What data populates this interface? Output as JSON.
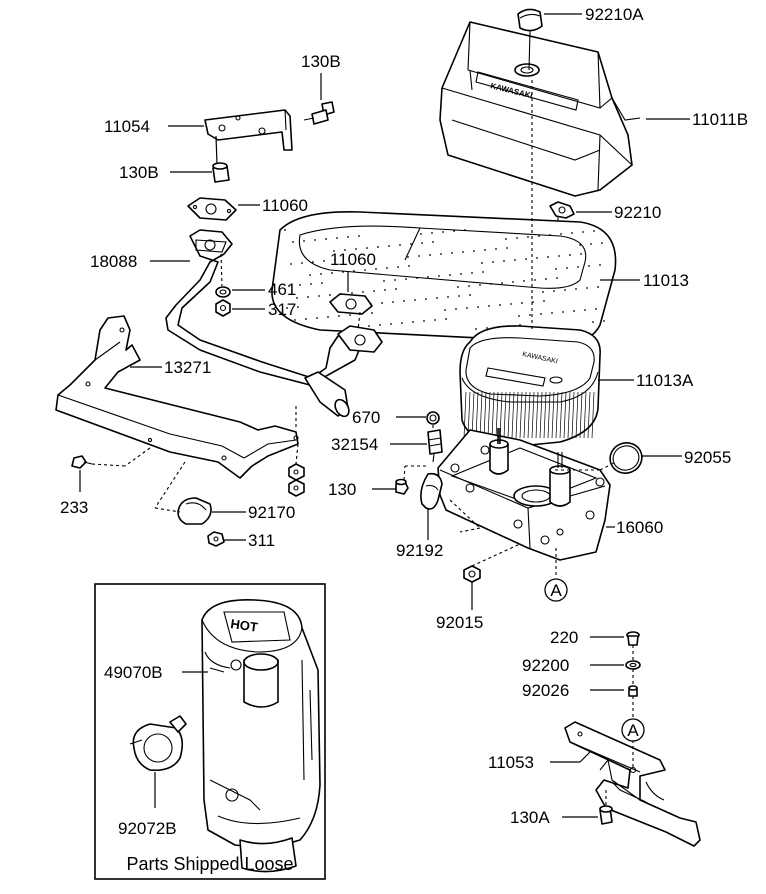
{
  "labels": {
    "p92210A": "92210A",
    "p11011B": "11011B",
    "p130B_top": "130B",
    "p11054": "11054",
    "p130B_left": "130B",
    "p11060_a": "11060",
    "p18088": "18088",
    "p461": "461",
    "p317": "317",
    "p11060_b": "11060",
    "p92210": "92210",
    "p11013": "11013",
    "p11013A": "11013A",
    "p13271": "13271",
    "p670": "670",
    "p32154": "32154",
    "p92055": "92055",
    "p130": "130",
    "p233": "233",
    "p92170": "92170",
    "p16060": "16060",
    "p311": "311",
    "p92192": "92192",
    "p92015": "92015",
    "p220": "220",
    "p92200": "92200",
    "p92026": "92026",
    "p49070B": "49070B",
    "p11053": "11053",
    "p92072B": "92072B",
    "p130A": "130A",
    "refA_top": "A",
    "refA_bottom": "A"
  },
  "box": {
    "caption": "Parts Shipped Loose"
  }
}
